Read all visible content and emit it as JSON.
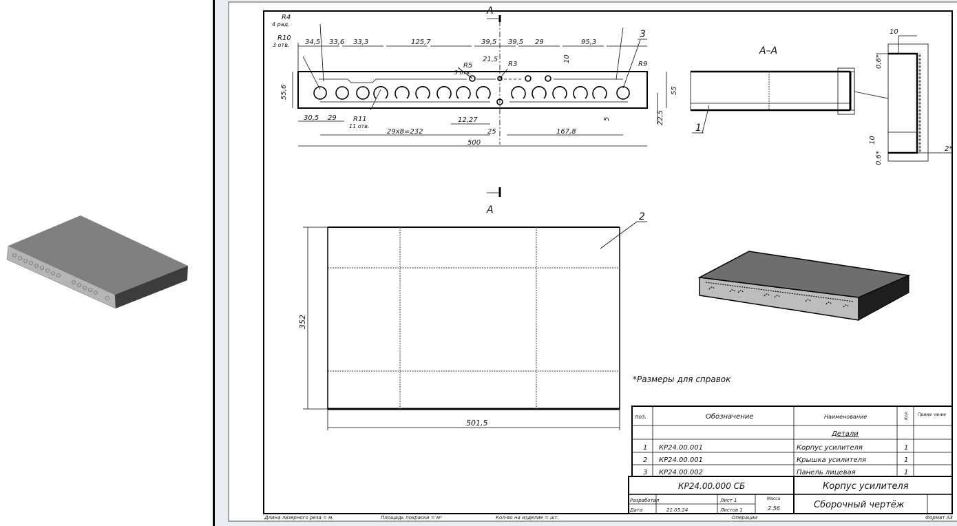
{
  "sheet": {
    "section_marker": "A",
    "section_title": "A–A",
    "note": "*Размеры для справок",
    "front_view_dims": {
      "r4": "R4",
      "r4_sub": "4 рад.",
      "r10": "R10",
      "r10_sub": "3 отв.",
      "r5": "R5",
      "r5_sub": "3 отв.",
      "r3": "R3",
      "r9": "R9",
      "r11": "R11",
      "r11_sub": "11 отв.",
      "d1": "34,5",
      "d2": "33,6",
      "d3": "33,3",
      "d4": "125,7",
      "d5": "39,5",
      "d6": "39,5",
      "d7": "29",
      "d8": "95,3",
      "d9": "21,5",
      "d10": "10",
      "h1": "55,6",
      "h2": "55",
      "h3": "22,5",
      "b1": "30,5",
      "b2": "29",
      "b3": "12,27",
      "b4": "29х8=232",
      "b5": "25",
      "b6": "167,8",
      "b7": "5",
      "total": "500"
    },
    "section_dims": {
      "w1": "10",
      "t1": "0,6*",
      "w2": "10",
      "t2": "0,6*",
      "t3": "2*"
    },
    "flat_dims": {
      "height": "352",
      "width": "501,5"
    },
    "callouts": [
      "1",
      "2",
      "3"
    ],
    "footer": {
      "laser": "Длина лазерного реза = м.",
      "paint": "Площадь покраски = м²",
      "qty": "Кол-во на изделие = шт.",
      "ops": "Операции",
      "format": "Формат A3"
    }
  },
  "spec_table": {
    "headers": {
      "pos": "поз.",
      "designation": "Обозначение",
      "name": "Наименование",
      "qty": "Кол.",
      "note": "Приме чание"
    },
    "section": "Детали",
    "rows": [
      {
        "pos": "1",
        "designation": "КР24.00.001",
        "name": "Корпус усилителя",
        "qty": "1"
      },
      {
        "pos": "2",
        "designation": "КР24.00.001",
        "name": "Крышка  усилителя",
        "qty": "1"
      },
      {
        "pos": "3",
        "designation": "КР24.00.002",
        "name": "Панель лицевая",
        "qty": "1"
      }
    ]
  },
  "title_block": {
    "code": "КР24.00.000 СБ",
    "product": "Корпус усилителя",
    "doc_type": "Сборочный чертёж",
    "developed_label": "Разработал",
    "date_label": "Дата",
    "date": "21.05.24",
    "sheet": "Лист 1",
    "sheets": "Листов 1",
    "mass_label": "Масса",
    "mass": "2.56"
  }
}
